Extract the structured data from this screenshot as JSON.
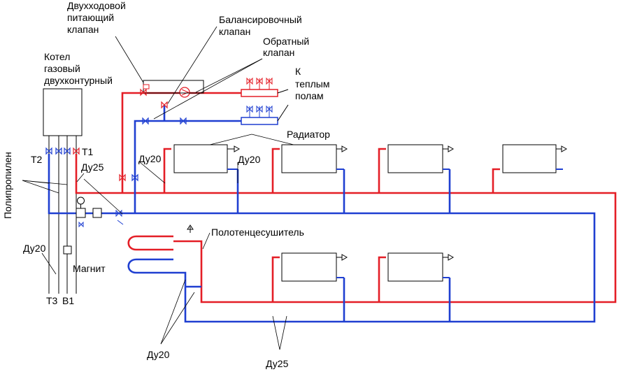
{
  "diagram": {
    "labels": {
      "two_way_valve": [
        "Двухходовой",
        "питающий",
        "клапан"
      ],
      "balancing_valve": [
        "Балансировочный",
        "клапан"
      ],
      "check_valve": [
        "Обратный",
        "клапан"
      ],
      "boiler": [
        "Котел",
        "газовый",
        "двухконтурный"
      ],
      "floor_heating": [
        "К",
        "теплым",
        "полам"
      ],
      "radiator": "Радиатор",
      "polypropylene": "Полипропилен",
      "towel_dryer": "Полотенцесушитель",
      "magnet": "Магнит",
      "t1": "Т1",
      "t2": "Т2",
      "t3": "Т3",
      "v1": "В1",
      "du25": "Ду25",
      "du20": "Ду20"
    },
    "colors": {
      "supply": "#e41e26",
      "return": "#1f3fd1",
      "lines": "#000000"
    }
  }
}
